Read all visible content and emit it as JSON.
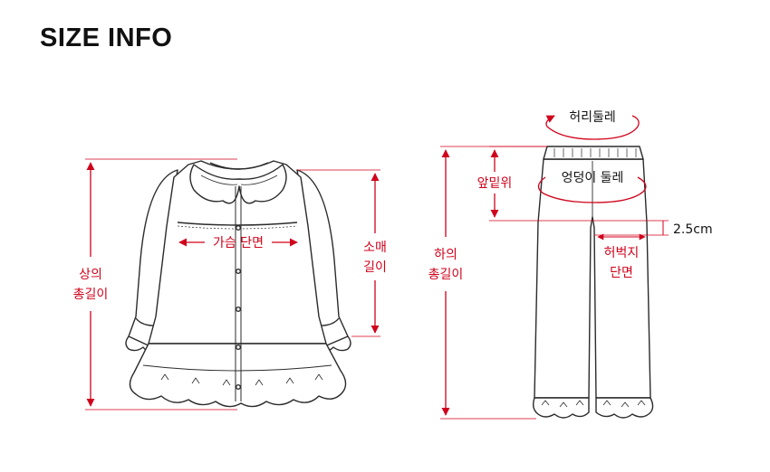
{
  "title": "SIZE INFO",
  "colors": {
    "measure": "#d0021b",
    "outline": "#2b2b2b",
    "text": "#111111"
  },
  "top": {
    "chest_width": "가슴 단면",
    "sleeve_length_line1": "소매",
    "sleeve_length_line2": "길이",
    "total_length_line1": "상의",
    "total_length_line2": "총길이"
  },
  "bottom": {
    "waist": "허리둘레",
    "hip": "엉덩이 둘레",
    "rise": "앞밑위",
    "total_length_line1": "하의",
    "total_length_line2": "총길이",
    "offset": "2.5cm",
    "thigh_line1": "허벅지",
    "thigh_line2": "단면"
  }
}
